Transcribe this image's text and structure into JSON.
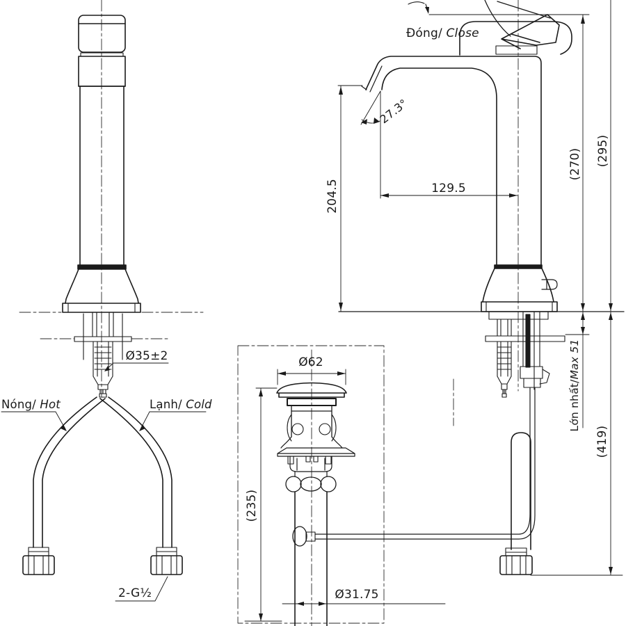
{
  "drawing": {
    "labels": {
      "close": {
        "vi": "Đóng/ ",
        "en": "Close"
      },
      "hot": {
        "vi": "Nóng/ ",
        "en": "Hot"
      },
      "cold": {
        "vi": "Lạnh/ ",
        "en": "Cold"
      },
      "max_deck": {
        "vi": "Lớn nhất/",
        "en": "Max 51"
      }
    },
    "dimensions": {
      "spout_height": "204.5",
      "spout_reach": "129.5",
      "spout_angle": "27.3°",
      "body_height": "(270)",
      "overall_height": "(295)",
      "below_counter_depth": "(419)",
      "drain_length": "(235)",
      "drain_cap_diameter": "Ø62",
      "tailpipe_diameter": "Ø31.75",
      "mount_hole_diameter": "Ø35±2",
      "supply_thread": "2-G½"
    }
  }
}
